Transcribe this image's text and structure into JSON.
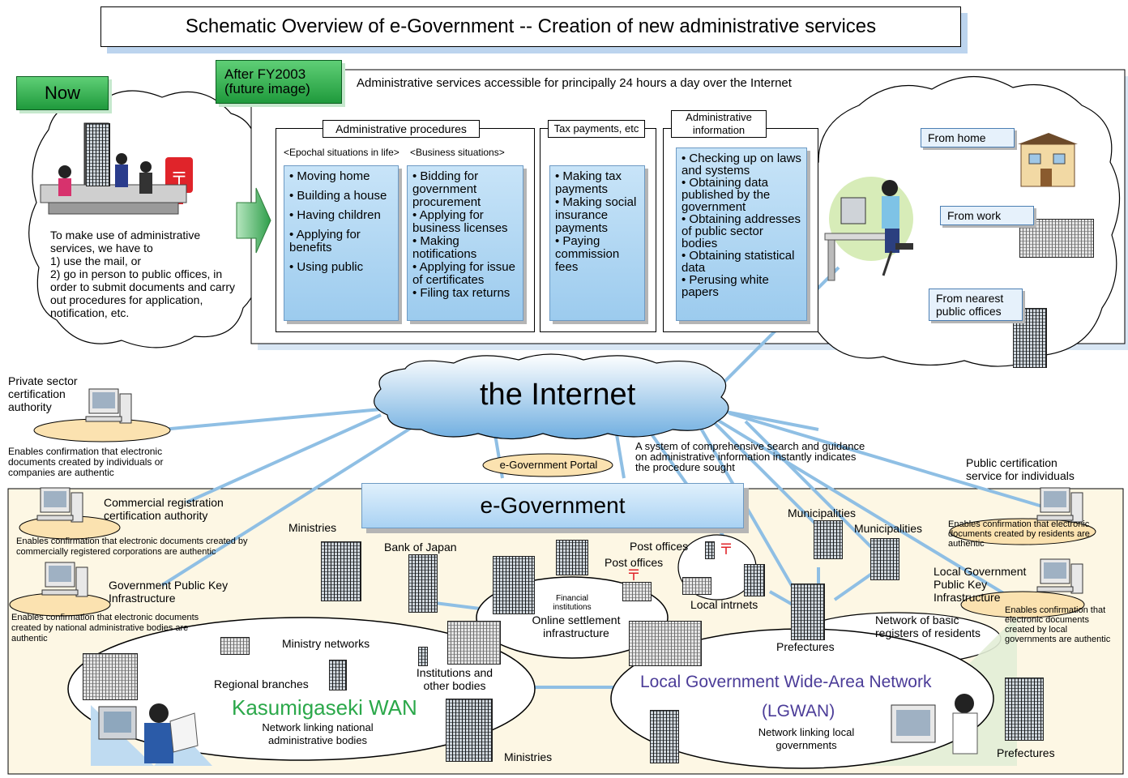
{
  "title": "Schematic Overview of e-Government -- Creation of new administrative services",
  "now": {
    "label": "Now",
    "description": "To make use of administrative services, we have to\n1) use the mail, or\n2) go in person to public offices, in order to submit documents and carry out procedures for application, notification, etc."
  },
  "future": {
    "label_line1": "After FY2003",
    "label_line2": "(future image)",
    "headline": "Administrative services accessible for principally 24 hours a day over the Internet"
  },
  "procedures": {
    "header": "Administrative procedures",
    "life_heading": "<Epochal situations in life>",
    "business_heading": "<Business situations>",
    "life_items": [
      "• Moving home",
      "• Building a house",
      "• Having children",
      "• Applying for benefits",
      "• Using public"
    ],
    "business_items": [
      "• Bidding for government procurement",
      "• Applying for business licenses",
      "• Making notifications",
      "• Applying for issue of certificates",
      "• Filing tax returns"
    ]
  },
  "tax": {
    "header": "Tax payments, etc",
    "items": [
      "• Making tax payments",
      "• Making social insurance payments",
      "• Paying commission fees"
    ]
  },
  "info": {
    "header": "Administrative information",
    "items": [
      "• Checking up on laws and systems",
      "• Obtaining data published by the government",
      "• Obtaining addresses of public sector bodies",
      "• Obtaining statistical data",
      "• Perusing white papers"
    ]
  },
  "access": {
    "home": "From home",
    "work": "From work",
    "offices": "From nearest public offices"
  },
  "internet": "the Internet",
  "private_ca": {
    "label": "Private sector certification authority",
    "note": "Enables confirmation that electronic documents created by individuals or companies are authentic"
  },
  "portal": {
    "label": "e-Government Portal",
    "note": "A system of comprehensive search and guidance on administrative information instantly indicates the procedure sought"
  },
  "public_cert": {
    "label": "Public certification service for individuals",
    "note": "Enables confirmation that electronic documents created by residents are authentic"
  },
  "egov": "e-Government",
  "commercial_ca": {
    "label": "Commercial registration certification authority",
    "note": "Enables confirmation that electronic documents created by commercially registered corporations are authentic"
  },
  "gpki": {
    "label": "Government Public Key Infrastructure",
    "note": "Enables confirmation that electronic documents created by national administrative bodies are authentic"
  },
  "lgpki": {
    "label": "Local Government Public Key Infrastructure",
    "note": "Enables confirmation that electronic documents created by local governments are authentic"
  },
  "labels": {
    "ministries_top": "Ministries",
    "bank_of_japan": "Bank of Japan",
    "post_offices_1": "Post offices",
    "post_offices_2": "Post offices",
    "local_intranets": "Local intrnets",
    "municipalities_1": "Municipalities",
    "municipalities_2": "Municipalities",
    "prefectures_mid": "Prefectures",
    "residents_network": "Network of basic registers of residents",
    "financial_institutions": "Financial institutions",
    "settlement": "Online settlement infrastructure",
    "ministry_networks": "Ministry networks",
    "regional_branches": "Regional branches",
    "institutions": "Institutions and other bodies",
    "ministries_bottom": "Ministries",
    "prefectures_bottom": "Prefectures"
  },
  "kasumigaseki": {
    "title": "Kasumigaseki WAN",
    "subtitle": "Network linking national administrative bodies"
  },
  "lgwan": {
    "title_line1": "Local Government Wide-Area Network",
    "title_line2": "(LGWAN)",
    "subtitle": "Network linking local governments"
  },
  "colors": {
    "green": "#2ba84a",
    "lgwan_title": "#4b3c98",
    "link_blue": "#8fbfe4",
    "egov_area": "#fdf7e4"
  }
}
